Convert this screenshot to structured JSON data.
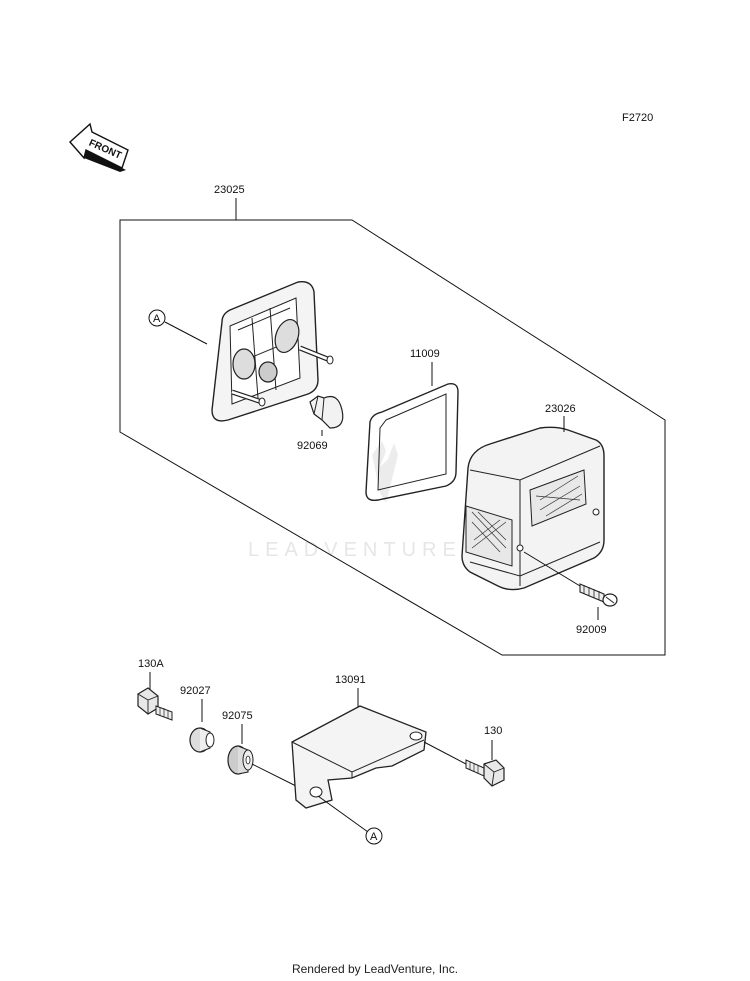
{
  "figure_code": "F2720",
  "front_arrow_label": "FRONT",
  "watermark": "LEADVENTURE",
  "footer": "Rendered by LeadVenture, Inc.",
  "callouts": {
    "p23025": "23025",
    "p11009": "11009",
    "p23026": "23026",
    "p92069": "92069",
    "p92009": "92009",
    "p130A": "130A",
    "p92027": "92027",
    "p92075": "92075",
    "p13091": "13091",
    "p130": "130",
    "refA1": "A",
    "refA2": "A"
  },
  "colors": {
    "line": "#111111",
    "shade": "#555555",
    "watermark": "#e6e6e6"
  }
}
